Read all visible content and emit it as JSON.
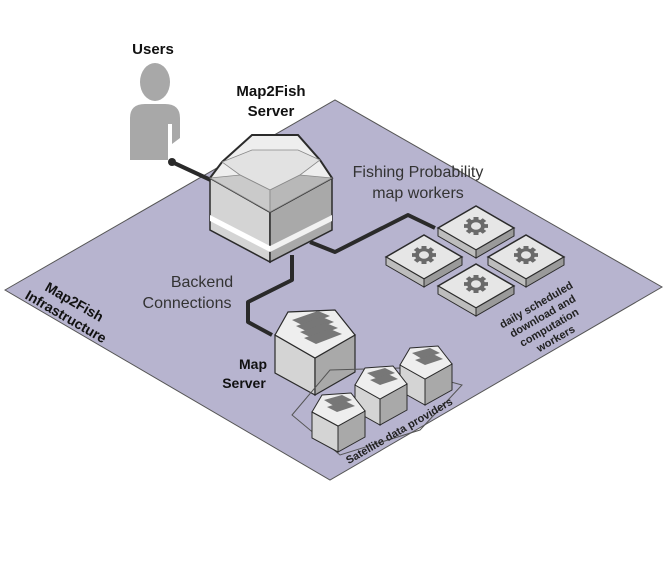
{
  "labels": {
    "users": "Users",
    "server_line1": "Map2Fish",
    "server_line2": "Server",
    "workers_line1": "Fishing Probability",
    "workers_line2": "map workers",
    "backend_line1": "Backend",
    "backend_line2": "Connections",
    "infra_line1": "Map2Fish",
    "infra_line2": "Infrastructure",
    "mapserver_line1": "Map",
    "mapserver_line2": "Server",
    "scheduled_line1": "daily scheduled",
    "scheduled_line2": "download and",
    "scheduled_line3": "computation",
    "scheduled_line4": "workers",
    "satellite": "Satellite data providers"
  },
  "icons": {
    "user": "user-silhouette-icon",
    "server": "octagon-server-icon",
    "worker": "gear-worker-icon",
    "map_server": "map-server-icon",
    "satellite": "satellite-server-icon"
  },
  "colors": {
    "platform_fill": "#b7b4cf",
    "platform_stroke": "#555555",
    "connection": "#2a2a2a",
    "user": "#a8a8a8",
    "box_top": "#eeeeee",
    "box_left": "#d4d4d4",
    "box_right": "#a9a9a9"
  }
}
